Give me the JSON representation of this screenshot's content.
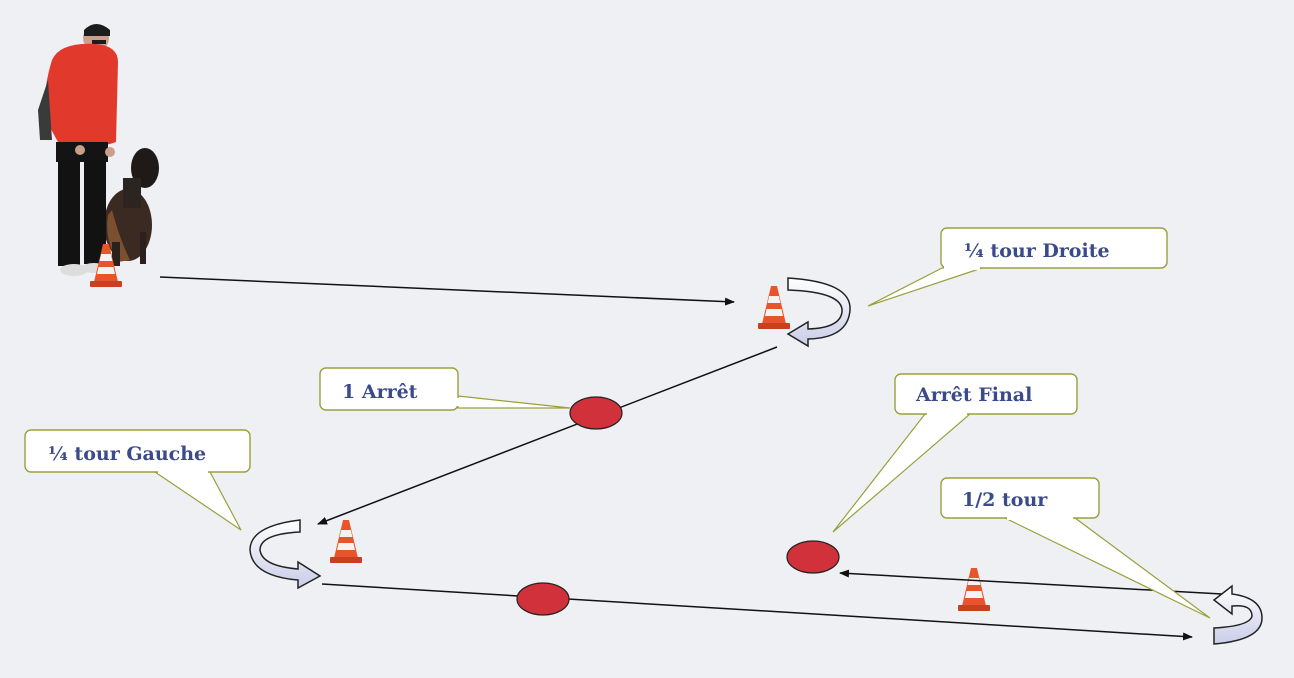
{
  "callouts": {
    "quarter_right": "¼ tour Droite",
    "first_stop": "1 Arrêt",
    "quarter_left": "¼ tour Gauche",
    "final_stop": "Arrêt Final",
    "half_turn": "1/2 tour"
  },
  "colors": {
    "background": "#eef0f3",
    "stop_marker": "#d0313a",
    "callout_border": "#9aa03c",
    "callout_text": "#3a4a8a",
    "cone": "#e8552c",
    "path_line": "#111111"
  },
  "icons": {
    "handler": "handler-with-dog-figure",
    "cone": "traffic-cone-icon",
    "turn": "curved-turn-arrow-icon",
    "stop": "stop-marker-ellipse"
  }
}
